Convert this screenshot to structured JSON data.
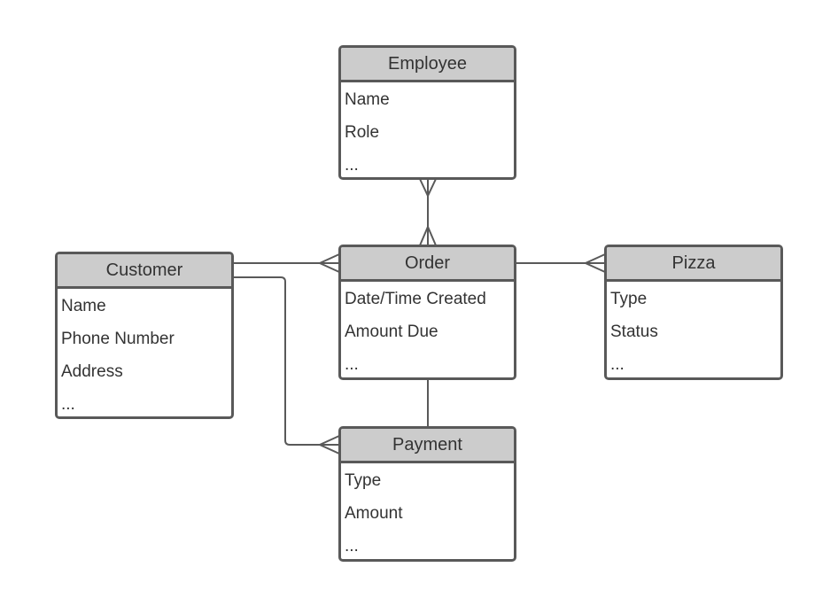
{
  "entities": {
    "employee": {
      "title": "Employee",
      "attributes": [
        "Name",
        "Role",
        "..."
      ]
    },
    "customer": {
      "title": "Customer",
      "attributes": [
        "Name",
        "Phone Number",
        "Address",
        "..."
      ]
    },
    "order": {
      "title": "Order",
      "attributes": [
        "Date/Time Created",
        "Amount Due",
        "..."
      ]
    },
    "pizza": {
      "title": "Pizza",
      "attributes": [
        "Type",
        "Status",
        "..."
      ]
    },
    "payment": {
      "title": "Payment",
      "attributes": [
        "Type",
        "Amount",
        "..."
      ]
    }
  },
  "relationships": [
    {
      "from": "Employee",
      "to": "Order",
      "from_end": "many",
      "to_end": "many"
    },
    {
      "from": "Customer",
      "to": "Order",
      "from_end": "one",
      "to_end": "many"
    },
    {
      "from": "Order",
      "to": "Pizza",
      "from_end": "one",
      "to_end": "many"
    },
    {
      "from": "Order",
      "to": "Payment",
      "from_end": "one",
      "to_end": "one"
    },
    {
      "from": "Customer",
      "to": "Payment",
      "from_end": "one",
      "to_end": "many"
    }
  ],
  "colors": {
    "border": "#595959",
    "header_fill": "#cccccc",
    "text": "#333333",
    "connector": "#595959"
  }
}
